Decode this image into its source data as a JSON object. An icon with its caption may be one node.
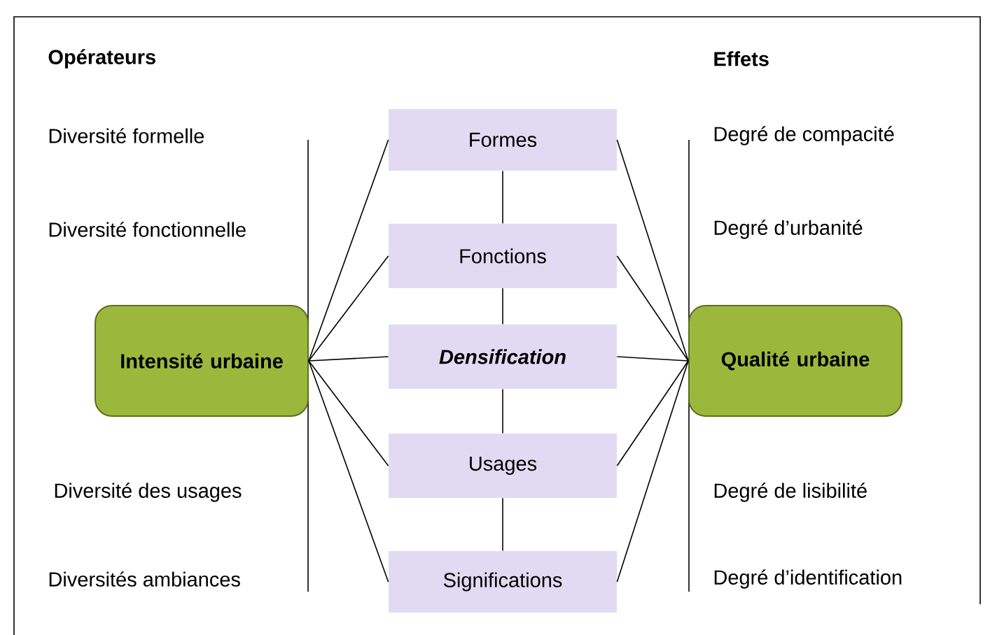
{
  "diagram": {
    "nodes": [
      {
        "text": [
          "Intensité urbaine"
        ]
      },
      {
        "text": [
          "Formes"
        ]
      },
      {
        "text": [
          "Fonctions"
        ]
      },
      {
        "text": [
          "Densification"
        ]
      },
      {
        "text": [
          "Usages"
        ]
      },
      {
        "text": [
          "Significations"
        ]
      },
      {
        "text": [
          "Qualité urbaine"
        ]
      }
    ],
    "edges": [
      {
        "from": 0,
        "to": 1,
        "arrow": "none"
      },
      {
        "from": 0,
        "to": 2,
        "arrow": "none"
      },
      {
        "from": 0,
        "to": 3,
        "arrow": "none"
      },
      {
        "from": 0,
        "to": 4,
        "arrow": "none"
      },
      {
        "from": 0,
        "to": 5,
        "arrow": "none"
      },
      {
        "from": 1,
        "to": 2,
        "arrow": "none"
      },
      {
        "from": 2,
        "to": 3,
        "arrow": "none"
      },
      {
        "from": 3,
        "to": 4,
        "arrow": "none"
      },
      {
        "from": 4,
        "to": 5,
        "arrow": "none"
      },
      {
        "from": 6,
        "to": 1,
        "arrow": "none"
      },
      {
        "from": 6,
        "to": 2,
        "arrow": "none"
      },
      {
        "from": 6,
        "to": 3,
        "arrow": "none"
      },
      {
        "from": 6,
        "to": 4,
        "arrow": "none"
      },
      {
        "from": 6,
        "to": 5,
        "arrow": "none"
      }
    ],
    "labels": [
      "Opérateurs",
      "Effets",
      "Diversité formelle",
      "Degré de compacité",
      "Diversité fonctionnelle",
      "Degré d’urbanité",
      "Diversité des usages",
      "Degré de lisibilité",
      "Diversités ambiances",
      "Degré d’identification"
    ]
  }
}
